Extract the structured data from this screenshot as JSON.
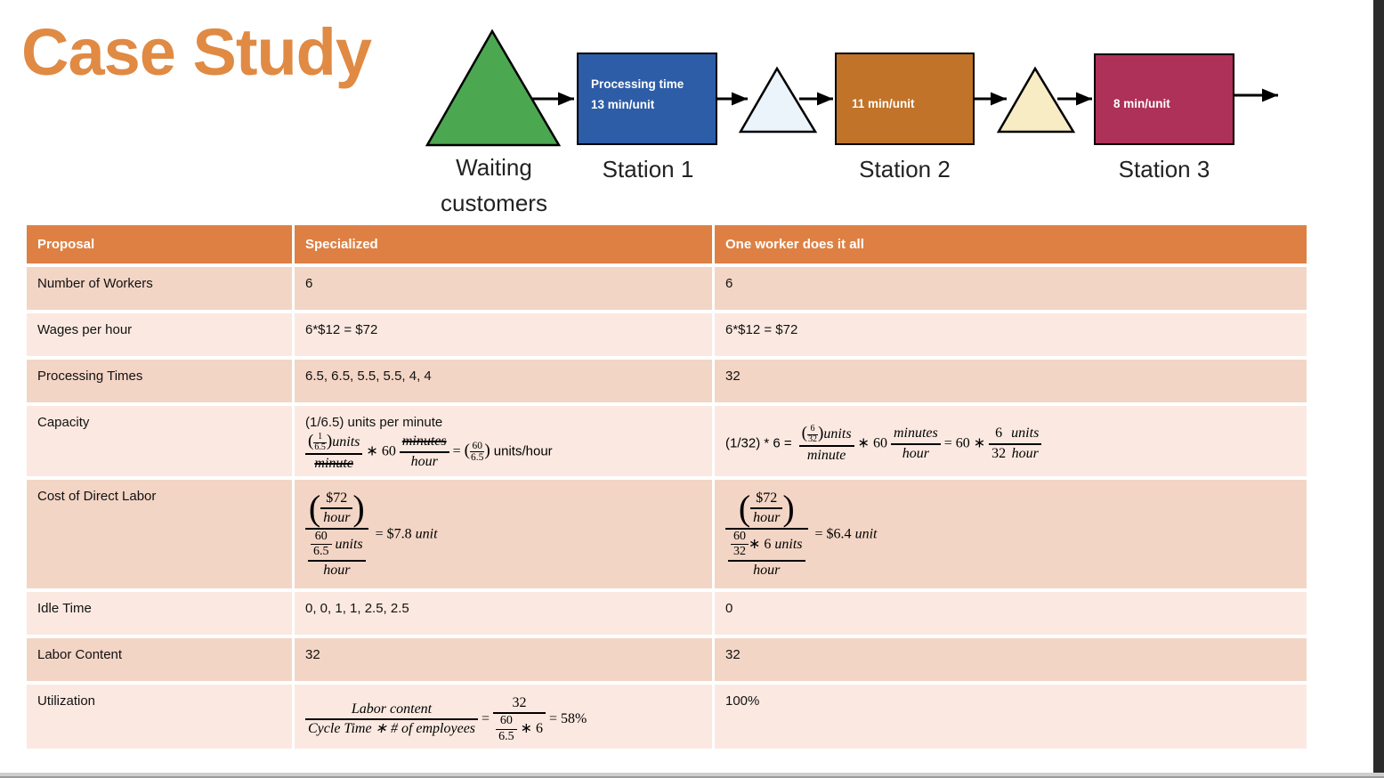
{
  "title": "Case Study",
  "sym": {
    "lp": "(",
    "rp": ")",
    "eq": "="
  },
  "diagram": {
    "waiting": {
      "line1": "Waiting",
      "line2": "customers"
    },
    "fills": {
      "waiting_triangle": "#4CA751",
      "buffer1_triangle": "#EBF3FB",
      "buffer2_triangle": "#F8ECC5"
    },
    "stations": {
      "s1": {
        "line1": "Processing time",
        "line2": "13  min/unit",
        "label": "Station 1",
        "fill": "#2D5DA7"
      },
      "s2": {
        "text": "11 min/unit",
        "label": "Station 2",
        "fill": "#C07329"
      },
      "s3": {
        "text": "8 min/unit",
        "label": "Station 3",
        "fill": "#AD3158"
      }
    }
  },
  "colors": {
    "title": "#E08A44",
    "table_header": "#DE8043",
    "row_dark": "#F3D5C5",
    "row_light": "#FBE9E1"
  },
  "table": {
    "headers": [
      "Proposal",
      "Specialized",
      "One worker does it all"
    ],
    "workers": {
      "label": "Number of Workers",
      "specialized": "6",
      "one_worker": "6"
    },
    "wages": {
      "label": "Wages per hour",
      "specialized": "6*$12 = $72",
      "one_worker": "6*$12 = $72"
    },
    "processing": {
      "label": "Processing Times",
      "specialized": "6.5, 6.5, 5.5, 5.5, 4, 4",
      "one_worker": "32"
    },
    "capacity": {
      "label": "Capacity",
      "spec": {
        "line1": "(1/6.5) units per minute",
        "f1": {
          "n1": "1",
          "n2": "6.5",
          "nu": "units",
          "d": "minute"
        },
        "sixty": "∗ 60",
        "f2": {
          "n": "minutes",
          "d": "hour"
        },
        "r": {
          "n": "60",
          "d": "6.5"
        },
        "tail": "units/hour"
      },
      "one": {
        "prefix": "(1/32) * 6 =",
        "f1": {
          "n1": "6",
          "n2": "32",
          "nu": "units",
          "d": "minute"
        },
        "sixty": "∗ 60",
        "f2": {
          "n": "minutes",
          "d": "hour"
        },
        "eq2": "= 60 ∗",
        "f3": {
          "n": "6",
          "d": "32"
        },
        "f4": {
          "n": "units",
          "d": "hour"
        }
      }
    },
    "cost": {
      "label": "Cost of Direct Labor",
      "spec": {
        "top": {
          "n": "$72",
          "d": "hour"
        },
        "bn": {
          "fn": "60",
          "fd": "6.5",
          "mid": "",
          "unit": "units"
        },
        "bd": "hour",
        "res": "= $7.8",
        "res_unit": "unit"
      },
      "one": {
        "top": {
          "n": "$72",
          "d": "hour"
        },
        "bn": {
          "fn": "60",
          "fd": "32",
          "mid": "∗ 6",
          "unit": "units"
        },
        "bd": "hour",
        "res": "= $6.4",
        "res_unit": "unit"
      }
    },
    "idle": {
      "label": "Idle Time",
      "specialized": "0, 0, 1, 1, 2.5, 2.5",
      "one_worker": "0"
    },
    "labor": {
      "label": "Labor Content",
      "specialized": "32",
      "one_worker": "32"
    },
    "utilization": {
      "label": "Utilization",
      "spec": {
        "f1": {
          "n": "Labor content",
          "d": "Cycle Time ∗ # of employees"
        },
        "f2n": "32",
        "f2d": {
          "fn": "60",
          "fd": "6.5",
          "rest": "∗ 6"
        },
        "eq2": "= 58%"
      },
      "one_worker": "100%"
    }
  }
}
